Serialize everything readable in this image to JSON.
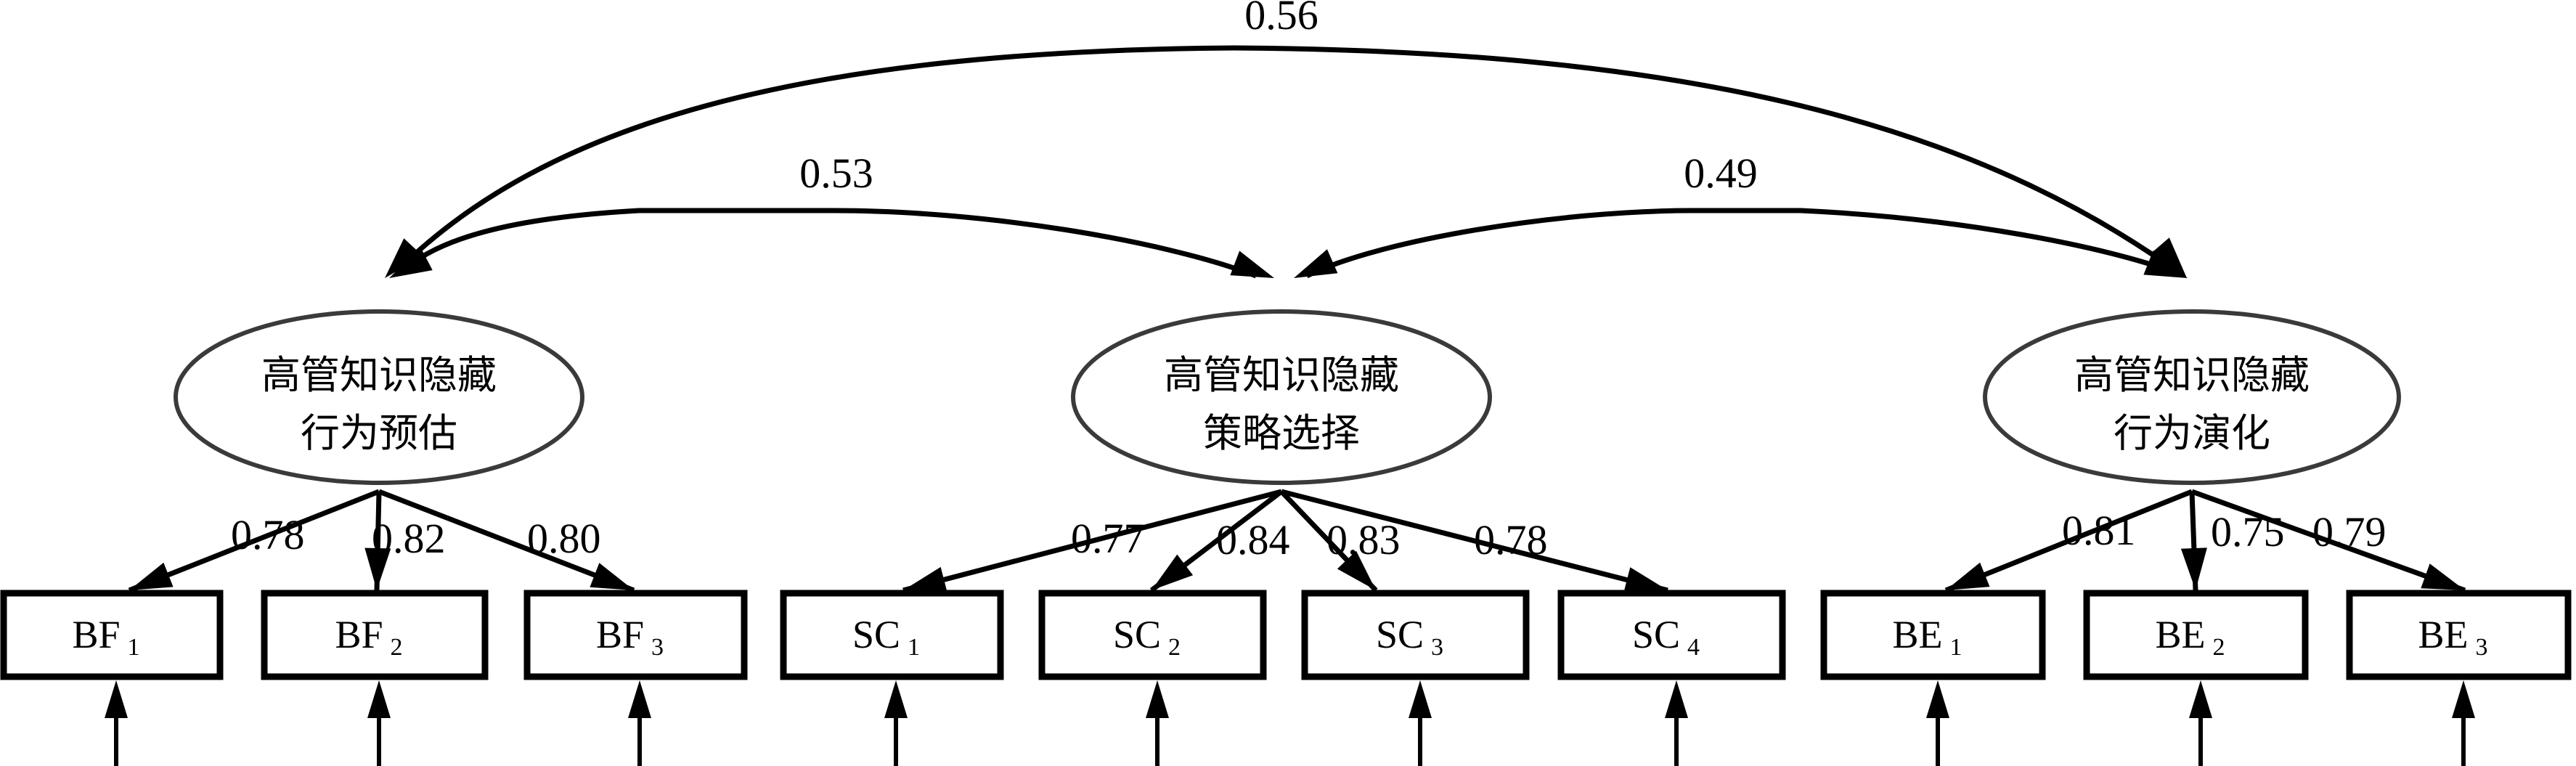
{
  "diagram": {
    "type": "structural-equation-model",
    "latent_factors": [
      {
        "id": "BF",
        "line1": "高管知识隐藏",
        "line2": "行为预估",
        "indicators": [
          "BF1",
          "BF2",
          "BF3"
        ]
      },
      {
        "id": "SC",
        "line1": "高管知识隐藏",
        "line2": "策略选择",
        "indicators": [
          "SC1",
          "SC2",
          "SC3",
          "SC4"
        ]
      },
      {
        "id": "BE",
        "line1": "高管知识隐藏",
        "line2": "行为演化",
        "indicators": [
          "BE1",
          "BE2",
          "BE3"
        ]
      }
    ],
    "indicators": [
      {
        "id": "BF1",
        "base": "BF",
        "sub": "1",
        "factor": "BF",
        "loading": "0.78"
      },
      {
        "id": "BF2",
        "base": "BF",
        "sub": "2",
        "factor": "BF",
        "loading": "0.82"
      },
      {
        "id": "BF3",
        "base": "BF",
        "sub": "3",
        "factor": "BF",
        "loading": "0.80"
      },
      {
        "id": "SC1",
        "base": "SC",
        "sub": "1",
        "factor": "SC",
        "loading": "0.77"
      },
      {
        "id": "SC2",
        "base": "SC",
        "sub": "2",
        "factor": "SC",
        "loading": "0.84"
      },
      {
        "id": "SC3",
        "base": "SC",
        "sub": "3",
        "factor": "SC",
        "loading": "0.83"
      },
      {
        "id": "SC4",
        "base": "SC",
        "sub": "4",
        "factor": "SC",
        "loading": "0.78"
      },
      {
        "id": "BE1",
        "base": "BE",
        "sub": "1",
        "factor": "BE",
        "loading": "0.81"
      },
      {
        "id": "BE2",
        "base": "BE",
        "sub": "2",
        "factor": "BE",
        "loading": "0.75"
      },
      {
        "id": "BE3",
        "base": "BE",
        "sub": "3",
        "factor": "BE",
        "loading": "0.79"
      }
    ],
    "correlations": [
      {
        "from": "BF",
        "to": "SC",
        "value": "0.53"
      },
      {
        "from": "SC",
        "to": "BE",
        "value": "0.49"
      },
      {
        "from": "BF",
        "to": "BE",
        "value": "0.56"
      }
    ],
    "error_terms": true
  }
}
